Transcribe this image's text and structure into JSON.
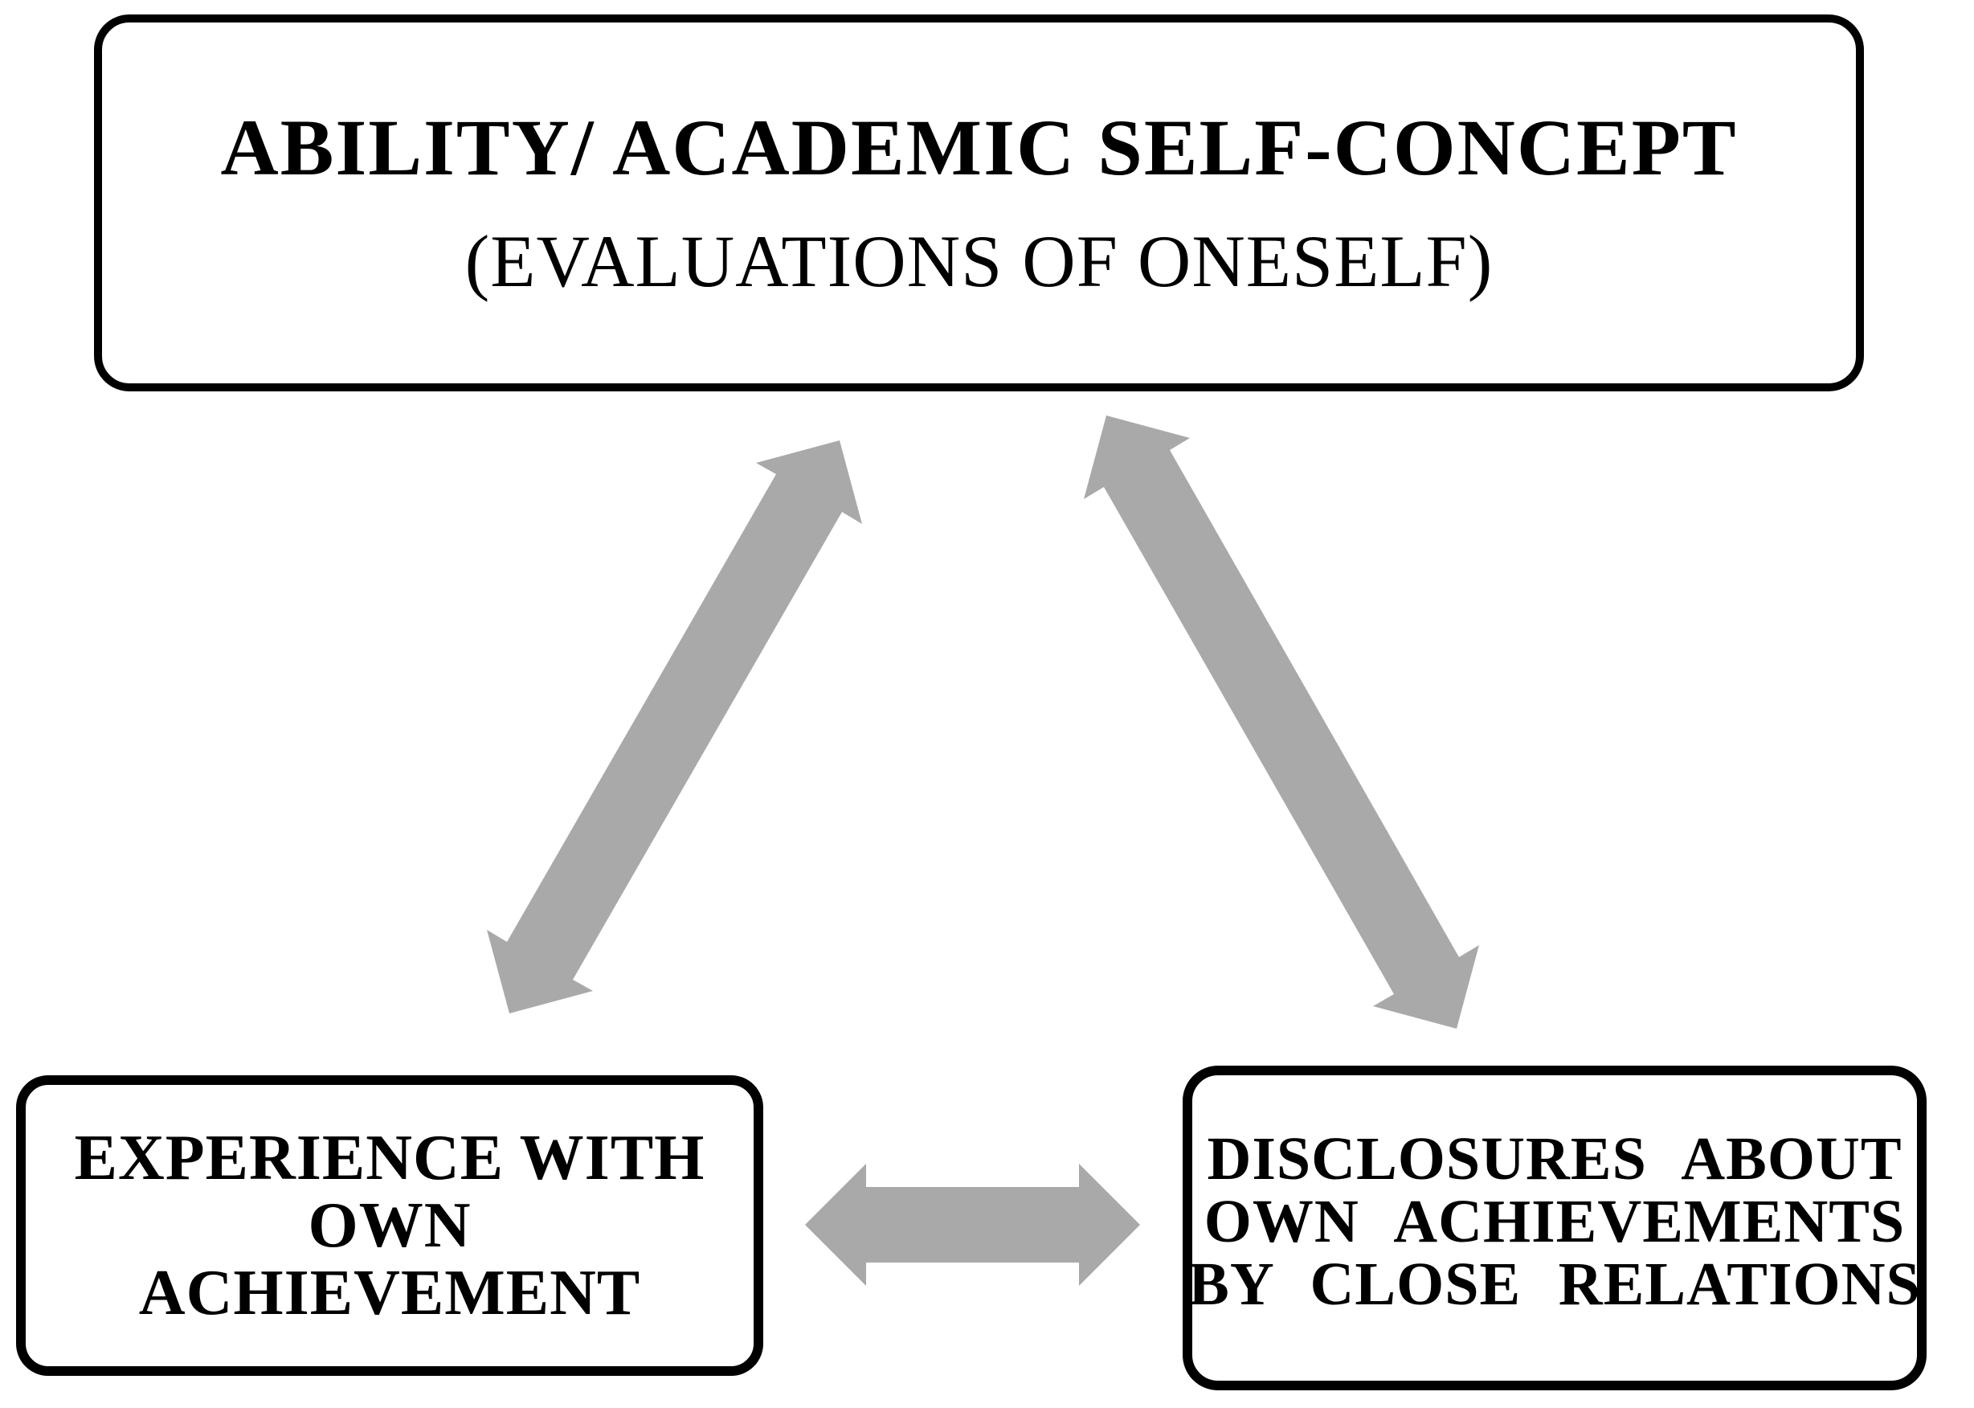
{
  "diagram": {
    "background_color": "#ffffff",
    "box_border_color": "#000000",
    "text_color": "#000000",
    "arrow_color": "#a9a9a9",
    "nodes": {
      "self_concept": {
        "title": "ABILITY/ ACADEMIC SELF-CONCEPT",
        "subtitle": "(EVALUATIONS OF ONESELF)"
      },
      "experience": {
        "lines": [
          "EXPERIENCE WITH",
          "OWN",
          "ACHIEVEMENT"
        ]
      },
      "disclosures": {
        "lines": [
          "DISCLOSURES ABOUT",
          "OWN ACHIEVEMENTS",
          "BY CLOSE RELATIONS"
        ]
      }
    },
    "arrows": [
      {
        "id": "self-concept--experience",
        "type": "double-headed"
      },
      {
        "id": "self-concept--disclosures",
        "type": "double-headed"
      },
      {
        "id": "experience--disclosures",
        "type": "double-headed"
      }
    ]
  }
}
